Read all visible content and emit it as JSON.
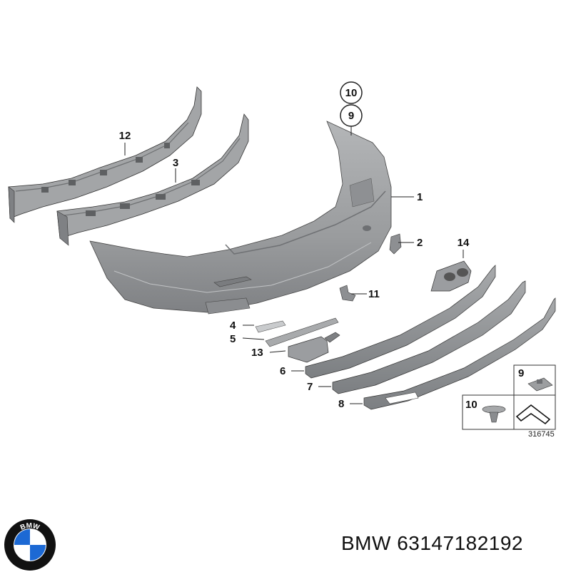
{
  "callouts": {
    "c1": "1",
    "c2": "2",
    "c3": "3",
    "c4": "4",
    "c5": "5",
    "c6": "6",
    "c7": "7",
    "c8": "8",
    "c9": "9",
    "c10": "10",
    "c11": "11",
    "c12": "12",
    "c13": "13",
    "c14": "14"
  },
  "inset": {
    "clip_label": "9",
    "screw_label": "10",
    "ref_number": "316745"
  },
  "logo": {
    "text": "BMW",
    "colors": {
      "blue": "#1c69d4",
      "ring": "#111111",
      "white": "#ffffff"
    }
  },
  "footer": {
    "part_label": "BMW 63147182192"
  },
  "colors": {
    "part_fill": "#9c9ea0",
    "part_shade": "#7d8083",
    "part_light": "#b8babc",
    "line": "#222222"
  }
}
